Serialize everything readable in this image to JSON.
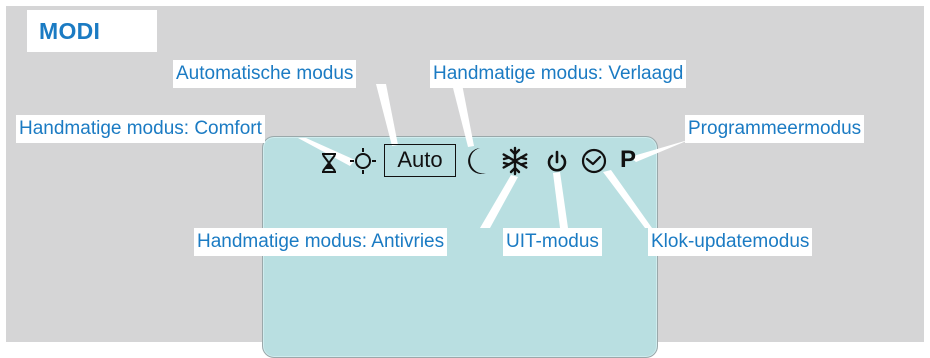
{
  "title": "MODI",
  "display": {
    "auto_text": "Auto",
    "program_letter": "P"
  },
  "labels": {
    "automatic": "Automatische modus",
    "manual_reduced": "Handmatige modus: Verlaagd",
    "manual_comfort": "Handmatige modus: Comfort",
    "program": "Programmeermodus",
    "manual_antifreeze": "Handmatige modus: Antivries",
    "off": "UIT-modus",
    "clock_update": "Klok-updatemodus"
  },
  "colors": {
    "accent": "#1b7bc3",
    "background": "#d5d5d6",
    "screen": "#b9dfe1"
  },
  "icons": [
    "hourglass-icon",
    "sun-icon",
    "moon-icon",
    "snowflake-icon",
    "power-icon",
    "clock-icon"
  ]
}
